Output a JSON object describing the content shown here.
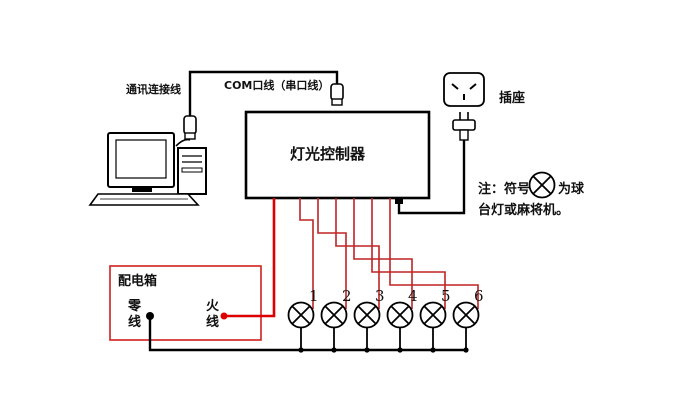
{
  "labels": {
    "comm_cable": "通讯连接线",
    "com_port": "COM口线（串口线）",
    "controller": "灯光控制器",
    "socket": "插座",
    "note_prefix": "注：符号",
    "note_suffix": "为球",
    "note_line2": "台灯或麻将机。",
    "distribution_box": "配电箱",
    "neutral_1": "零",
    "neutral_2": "线",
    "live_1": "火",
    "live_2": "线"
  },
  "lamps": [
    "1",
    "2",
    "3",
    "4",
    "5",
    "6"
  ],
  "icons": {
    "computer": "computer-icon",
    "plug": "power-plug-icon",
    "socket": "wall-socket-icon",
    "lamp": "lamp-symbol-icon"
  },
  "colors": {
    "wire": "#000000",
    "live_wire": "#dd0000",
    "lamp_channel_wire": "#c02424",
    "distribution_box_border": "#d02020",
    "text": "#111111"
  }
}
